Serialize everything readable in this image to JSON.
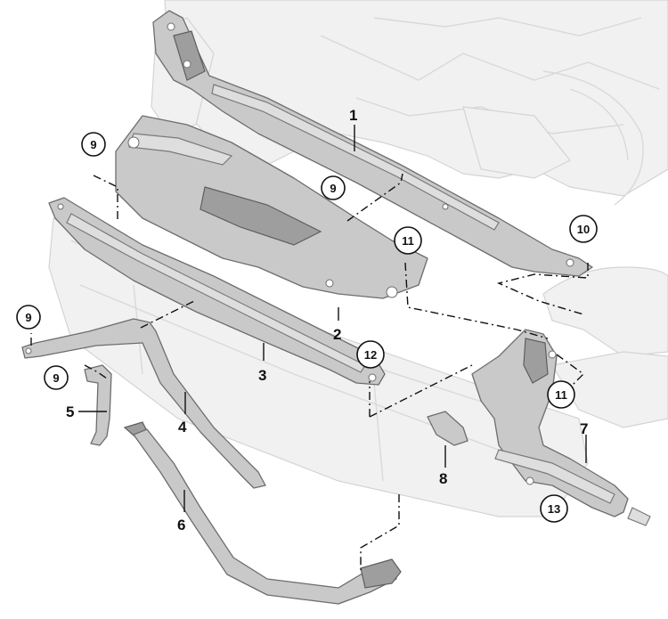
{
  "labels": {
    "p1": "1",
    "p2": "2",
    "p3": "3",
    "p4": "4",
    "p5": "5",
    "p6": "6",
    "p7": "7",
    "p8": "8"
  },
  "callouts": {
    "c9a": "9",
    "c9b": "9",
    "c9c": "9",
    "c9d": "9",
    "c10": "10",
    "c11a": "11",
    "c11b": "11",
    "c12": "12",
    "c13": "13"
  }
}
